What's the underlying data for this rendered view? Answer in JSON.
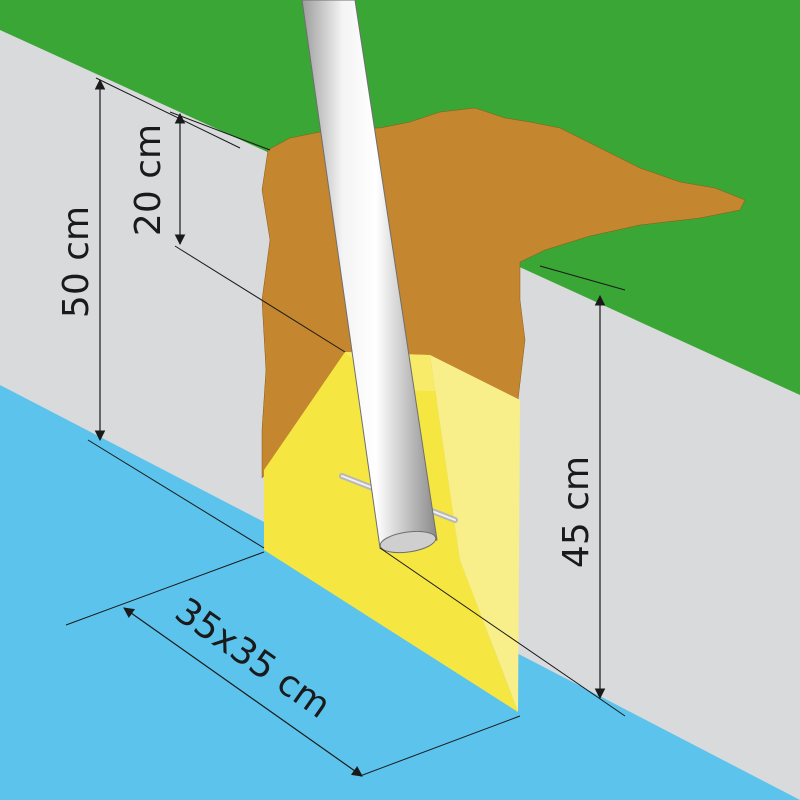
{
  "colors": {
    "grass": "#3aa635",
    "wall": "#d9dadc",
    "water": "#5cc3ed",
    "soil": "#c4862e",
    "concrete_front": "#f5e642",
    "concrete_side": "#f8ee8a",
    "pipe_light": "#f0f0f0",
    "pipe_dark": "#a8a8a8",
    "ink": "#1a1a1a"
  },
  "labels": {
    "depth_total": "50 cm",
    "depth_top": "20 cm",
    "depth_concrete": "45 cm",
    "base_size": "35x35 cm"
  }
}
